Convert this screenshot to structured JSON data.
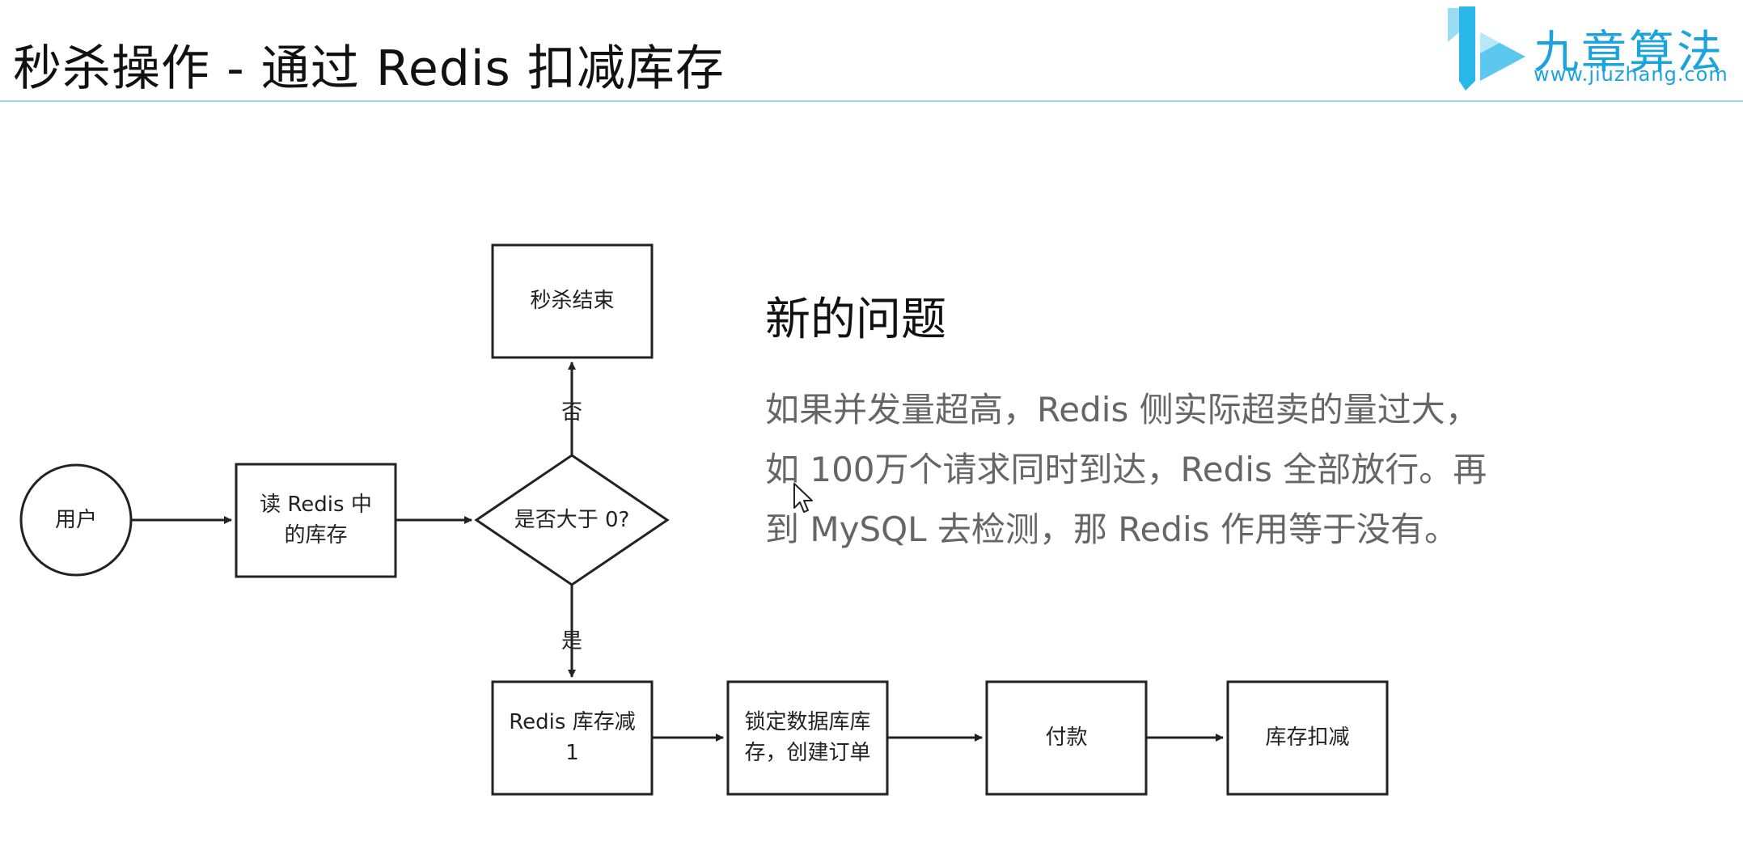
{
  "slide": {
    "title": "秒杀操作 - 通过 Redis 扣减库存"
  },
  "logo": {
    "name": "九章算法",
    "url": "www.jiuzhang.com",
    "color": "#1aa3dd"
  },
  "flowchart": {
    "nodes": {
      "user": "用户",
      "read_redis": [
        "读 Redis 中",
        "的库存"
      ],
      "decision": "是否大于 0?",
      "end": "秒杀结束",
      "redis_decrement": [
        "Redis 库存减",
        "1"
      ],
      "lock_db": [
        "锁定数据库库",
        "存，创建订单"
      ],
      "pay": "付款",
      "deduct": "库存扣减"
    },
    "edge_labels": {
      "no": "否",
      "yes": "是"
    }
  },
  "notes": {
    "heading": "新的问题",
    "lines": [
      "如果并发量超高，Redis 侧实际超卖的量过大，",
      "如 100万个请求同时到达，Redis 全部放行。再",
      "到 MySQL 去检测，那 Redis 作用等于没有。"
    ]
  },
  "colors": {
    "rule": "#9fd4ea",
    "body_text": "#666666",
    "stroke": "#222222"
  }
}
